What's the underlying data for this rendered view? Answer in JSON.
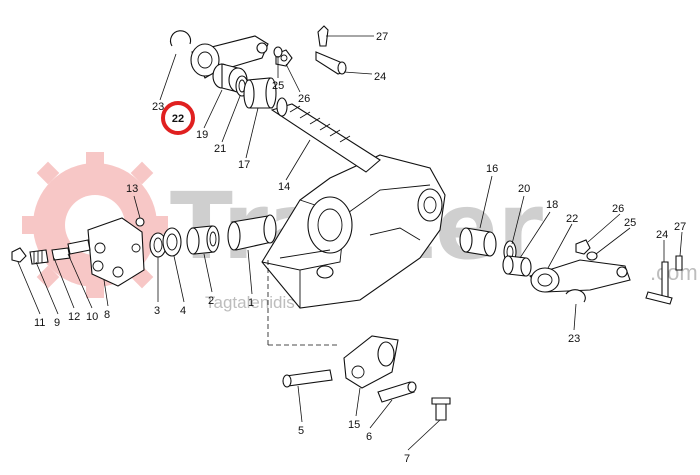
{
  "watermark": {
    "brand": "Trakter",
    "domain": ".com",
    "subtitle": "Tagtalenidis",
    "brand_color": "#e53935"
  },
  "highlight": {
    "label": "22",
    "color": "#e02020"
  },
  "callouts": [
    {
      "id": "c27a",
      "text": "27"
    },
    {
      "id": "c24a",
      "text": "24"
    },
    {
      "id": "c25a",
      "text": "25"
    },
    {
      "id": "c26a",
      "text": "26"
    },
    {
      "id": "c23a",
      "text": "23"
    },
    {
      "id": "c19",
      "text": "19"
    },
    {
      "id": "c21a",
      "text": "21"
    },
    {
      "id": "c17",
      "text": "17"
    },
    {
      "id": "c14",
      "text": "14"
    },
    {
      "id": "c16",
      "text": "16"
    },
    {
      "id": "c20",
      "text": "20"
    },
    {
      "id": "c18",
      "text": "18"
    },
    {
      "id": "c22b",
      "text": "22"
    },
    {
      "id": "c26b",
      "text": "26"
    },
    {
      "id": "c25b",
      "text": "25"
    },
    {
      "id": "c27b",
      "text": "27"
    },
    {
      "id": "c24b",
      "text": "24"
    },
    {
      "id": "c23b",
      "text": "23"
    },
    {
      "id": "c13",
      "text": "13"
    },
    {
      "id": "c11",
      "text": "11"
    },
    {
      "id": "c9",
      "text": "9"
    },
    {
      "id": "c12",
      "text": "12"
    },
    {
      "id": "c10",
      "text": "10"
    },
    {
      "id": "c8",
      "text": "8"
    },
    {
      "id": "c3",
      "text": "3"
    },
    {
      "id": "c4",
      "text": "4"
    },
    {
      "id": "c2",
      "text": "2"
    },
    {
      "id": "c1",
      "text": "1"
    },
    {
      "id": "c5",
      "text": "5"
    },
    {
      "id": "c15",
      "text": "15"
    },
    {
      "id": "c6",
      "text": "6"
    },
    {
      "id": "c7",
      "text": "7"
    }
  ]
}
